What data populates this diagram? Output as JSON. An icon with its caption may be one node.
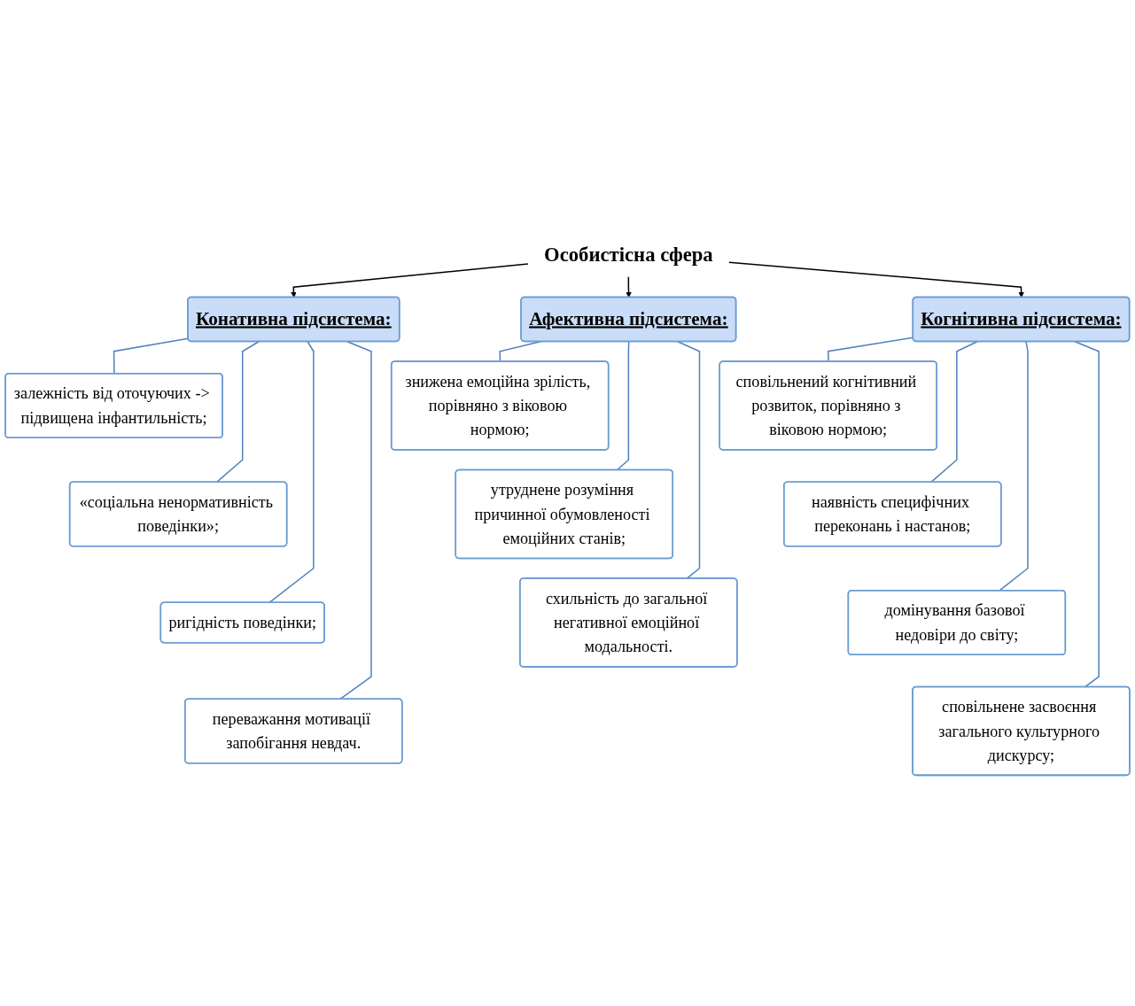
{
  "diagram": {
    "nodes": [
      {
        "text": [
          "Особистісна сфера"
        ]
      },
      {
        "text": [
          "Конативна підсистема:"
        ]
      },
      {
        "text": [
          "залежність від оточуючих -> підвищена інфантильність;"
        ]
      },
      {
        "text": [
          "«соціальна ненормативність поведінки»;"
        ]
      },
      {
        "text": [
          "ригідність поведінки;"
        ]
      },
      {
        "text": [
          "переважання мотивації запобігання невдач."
        ]
      },
      {
        "text": [
          "Афективна підсистема:"
        ]
      },
      {
        "text": [
          "знижена емоційна зрілість, порівняно з віковою нормою;"
        ]
      },
      {
        "text": [
          "утруднене розуміння причинної обумовленості емоційних станів;"
        ]
      },
      {
        "text": [
          "схильність до загальної негативної емоційної модальності."
        ]
      },
      {
        "text": [
          "Когнітивна підсистема:"
        ]
      },
      {
        "text": [
          "сповільнений когнітивний розвиток, порівняно з віковою нормою;"
        ]
      },
      {
        "text": [
          "наявність специфічних переконань і настанов;"
        ]
      },
      {
        "text": [
          "домінування базової недовіри до світу;"
        ]
      },
      {
        "text": [
          "сповільнене засвоєння загального культурного дискурсу;"
        ]
      }
    ],
    "edges": [
      {
        "from": 0,
        "to": 1,
        "arrow": "to",
        "color": "#000000"
      },
      {
        "from": 0,
        "to": 6,
        "arrow": "to",
        "color": "#000000"
      },
      {
        "from": 0,
        "to": 10,
        "arrow": "to",
        "color": "#000000"
      },
      {
        "from": 1,
        "to": 2,
        "arrow": "none"
      },
      {
        "from": 1,
        "to": 3,
        "arrow": "none"
      },
      {
        "from": 1,
        "to": 4,
        "arrow": "none"
      },
      {
        "from": 1,
        "to": 5,
        "arrow": "none"
      },
      {
        "from": 6,
        "to": 7,
        "arrow": "none"
      },
      {
        "from": 6,
        "to": 8,
        "arrow": "none"
      },
      {
        "from": 6,
        "to": 9,
        "arrow": "none"
      },
      {
        "from": 10,
        "to": 11,
        "arrow": "none"
      },
      {
        "from": 10,
        "to": 12,
        "arrow": "none"
      },
      {
        "from": 10,
        "to": 13,
        "arrow": "none"
      },
      {
        "from": 10,
        "to": 14,
        "arrow": "none"
      }
    ]
  }
}
